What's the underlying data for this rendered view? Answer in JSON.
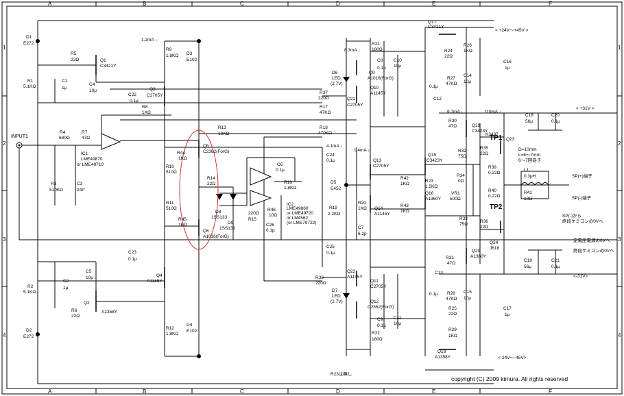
{
  "frame": {
    "col_labels": [
      "A",
      "B",
      "C",
      "D",
      "E",
      "F"
    ],
    "row_labels": [
      "1",
      "2",
      "3",
      "4"
    ]
  },
  "input": {
    "label": "INPUT1"
  },
  "rails": {
    "pos45": "< +24V〜+45V >",
    "pos31": "< +31V >",
    "neg31": "<-31V>",
    "neg45": "<-24V〜-45V>"
  },
  "currents": {
    "i_1_2ma": "1.2mA ↓",
    "i_8_3ma": "8.3mA ↓",
    "i_4_1ma": "4.1mA ↓",
    "i_1_4ma": "1.4mA ↓",
    "i_9_7ma": "9.7mA ↓",
    "i_110ma": "110mA ↓"
  },
  "components": {
    "D1": "D1",
    "D1v": "E272",
    "R1": "R1",
    "R1v": "5.1KΩ",
    "C1": "C1",
    "C1v": "1μ",
    "R5": "R5",
    "R5v": "22Ω",
    "Q1": "Q1",
    "Q1v": "C3421Y",
    "C4": "C4",
    "C4v": "10μ",
    "R4": "R4",
    "R4v": "680Ω",
    "R7": "R7",
    "R7v": "47Ω",
    "IC1": "IC1",
    "IC1v1": "LME49870",
    "IC1v2": "or LME49710",
    "R3": "R3",
    "R3v": "510KΩ",
    "C3": "C3",
    "C3v": "24P",
    "R2": "R2",
    "R2v": "5.1KΩ",
    "C2": "C2",
    "C2v": "1μ",
    "D2": "D2",
    "D2v": "E272",
    "R6": "R6",
    "R6v": "22Ω",
    "Q2": "Q2",
    "Q2v": "A1358Y",
    "C5": "C5",
    "C5v": "10μ",
    "C22": "C22",
    "C22v": "0.1μ",
    "C23": "C23",
    "C23v": "0.1μ",
    "R9": "R9",
    "R9v": "1.8KΩ",
    "D3": "D3",
    "D3v": "E102",
    "Q3": "Q3",
    "Q3v": "C2705Y",
    "R8": "R8",
    "R8v": "1KΩ",
    "R10": "R10",
    "R10v": "510Ω",
    "R11": "R11",
    "R11v": "510Ω",
    "R44": "R44",
    "R44v": "1KΩ",
    "R45": "R45",
    "R45v": "1KΩ",
    "Q5": "Q5",
    "Q5v": "C2362(ForG)",
    "Q6": "Q6",
    "Q6v": "A1016(ForG)",
    "R14": "R14",
    "R14v": "22Ω",
    "D8": "D8",
    "D8v": "1SS133",
    "D9": "D9",
    "D9v": "1SS133",
    "R15": "R15",
    "R15v": "220Ω",
    "R13": "R13",
    "R13v": "10KΩ",
    "Q4": "Q4",
    "Q4v": "A1145Y",
    "R12": "R12",
    "R12v": "1.8KΩ",
    "D4": "D4",
    "D4v": "E102",
    "C6": "C6",
    "C6v": "0.1μ",
    "R16": "R16",
    "R16v": "1.8KΩ",
    "IC2": "IC2",
    "IC2v1": "LME49860",
    "IC2v2": "or LME49720",
    "IC2v3": "or LM4562",
    "IC2v4": "(or LME79722)",
    "R46": "R46",
    "R46v": "10Ω",
    "C26": "C26",
    "C26v": "0.1μ",
    "C24": "C24",
    "C24v": "0.1μ",
    "C25": "C25",
    "C25v": "0.1μ",
    "R21": "R21",
    "R21v": "180Ω",
    "C8": "C8",
    "C8v": "0.1μ",
    "C10": "C10",
    "C10v": "10μ",
    "D6": "D6",
    "D6v1": "LED",
    "D6v2": "(2.7V)",
    "Q9": "Q9",
    "Q9v": "A1016(ForG)",
    "Q10": "Q10",
    "Q10v": "A1145Y",
    "R37": "R37",
    "R37v": "220Ω",
    "Q21": "Q21",
    "Q21v": "C2705Y",
    "R17": "R17",
    "R17v": "47KΩ",
    "R18": "R18",
    "R18v": "470KΩ",
    "D5": "D5",
    "D5v": "E452",
    "R19": "R19",
    "R19v": "2.2KΩ",
    "R20": "R20",
    "R20v": "1KΩ",
    "C7": "C7",
    "C7v": "6.2p",
    "Q13": "Q13",
    "Q13v": "C2705Y",
    "Q14": "Q14",
    "Q14v": "A1145Y",
    "R38": "R38",
    "R38v": "220Ω",
    "Q22": "Q22",
    "Q22v": "A1145Y",
    "D7": "D7",
    "D7v1": "LED",
    "D7v2": "(2.7V)",
    "Q11": "Q11",
    "Q11v": "C2705Y",
    "Q12": "Q12",
    "Q12v": "C2362(ForG)",
    "C9": "C9",
    "C9v": "0.1μ",
    "C11": "C11",
    "C11v": "10μ",
    "R22": "R22",
    "R22v": "180Ω",
    "Q17": "Q17",
    "Q17v": "C3421Y",
    "R26": "R26",
    "R26v": "1KΩ",
    "R24": "R24",
    "R24v": "22Ω",
    "C16": "C16",
    "C16v": "1μ",
    "R27": "R27",
    "R27v": "47KΩ",
    "C14": "C14",
    "C14v": "10μ",
    "C12": "C12",
    "C12v": "0.1μ",
    "R30": "R30",
    "R30v": "47Ω",
    "Q19": "Q19",
    "Q19v": "C3423Y",
    "R32": "R32",
    "R32v": "75Ω",
    "Q15": "Q15",
    "Q15v": "C3423Y",
    "R42": "R42",
    "R42v": "1KΩ",
    "R23": "R23",
    "R23v": "1.5KΩ",
    "Q16": "Q16",
    "Q16v": "A1360Y",
    "R43": "R43",
    "R43v": "1KΩ",
    "R34": "R34",
    "R34v": "0Ω",
    "VR1": "VR1",
    "VR1v": "500Ω",
    "R33": "R33",
    "R33v": "75Ω",
    "R31": "R31",
    "R31v": "47Ω",
    "Q20": "Q20",
    "Q20v": "A1360Y",
    "C13": "C13",
    "C13v": "0.1μ",
    "R28": "R28",
    "R28v": "47KΩ",
    "C15": "C15",
    "C15v": "10μ",
    "R25": "R25",
    "R25v": "22Ω",
    "R29": "R29",
    "R29v": "1KΩ",
    "Q18": "Q18",
    "Q18v": "A1358Y",
    "C17": "C17",
    "C17v": "1μ",
    "C18": "C18",
    "C18v": "56μ",
    "C20": "C20",
    "C20v": "0.1μ",
    "K3497": "K3497",
    "Q23": "Q23",
    "R35": "R35",
    "R35v": "22Ω",
    "R39": "R39",
    "R39v": "0.22Ω",
    "R40": "R40",
    "R40v": "0.22Ω",
    "R36": "R36",
    "R36v": "22Ω",
    "Q24": "Q24",
    "Q24v": "J618",
    "L1": "L1",
    "L1v": "0.3μH",
    "R41": "R41",
    "R41v": "10Ω",
    "C19": "C19",
    "C19v": "56μ",
    "C21": "C21",
    "C21v": "0.1μ",
    "TP1": "TP1",
    "TP2": "TP2"
  },
  "notes": {
    "coil1": "D=10mm",
    "coil2": "L=6〜7mm",
    "coil3": "6〜7回巻き",
    "sp_plus": "SP(+)端子",
    "sp_minus": "SP(-)端子",
    "sp_from1": "SP(-)から",
    "sp_from2": "終段ケミコンの0Vへ",
    "psu_0v": "定電圧電源の0Vへ",
    "final_0v": "終段ケミコンの0Vへ",
    "r23_note": "R23は無し",
    "copyright": "copyright (C) 2009 kimura. All rights reserved"
  }
}
